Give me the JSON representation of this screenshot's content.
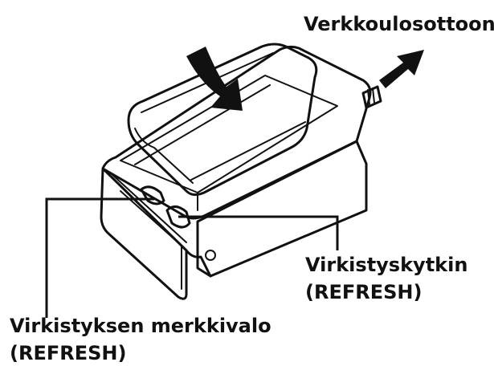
{
  "labels": {
    "power_outlet": "Verkkoulosottoon",
    "refresh_switch_line1": "Virkistyskytkin",
    "refresh_switch_line2": "(REFRESH)",
    "refresh_lamp_line1": "Virkistyksen merkkivalo",
    "refresh_lamp_line2": "(REFRESH)"
  }
}
